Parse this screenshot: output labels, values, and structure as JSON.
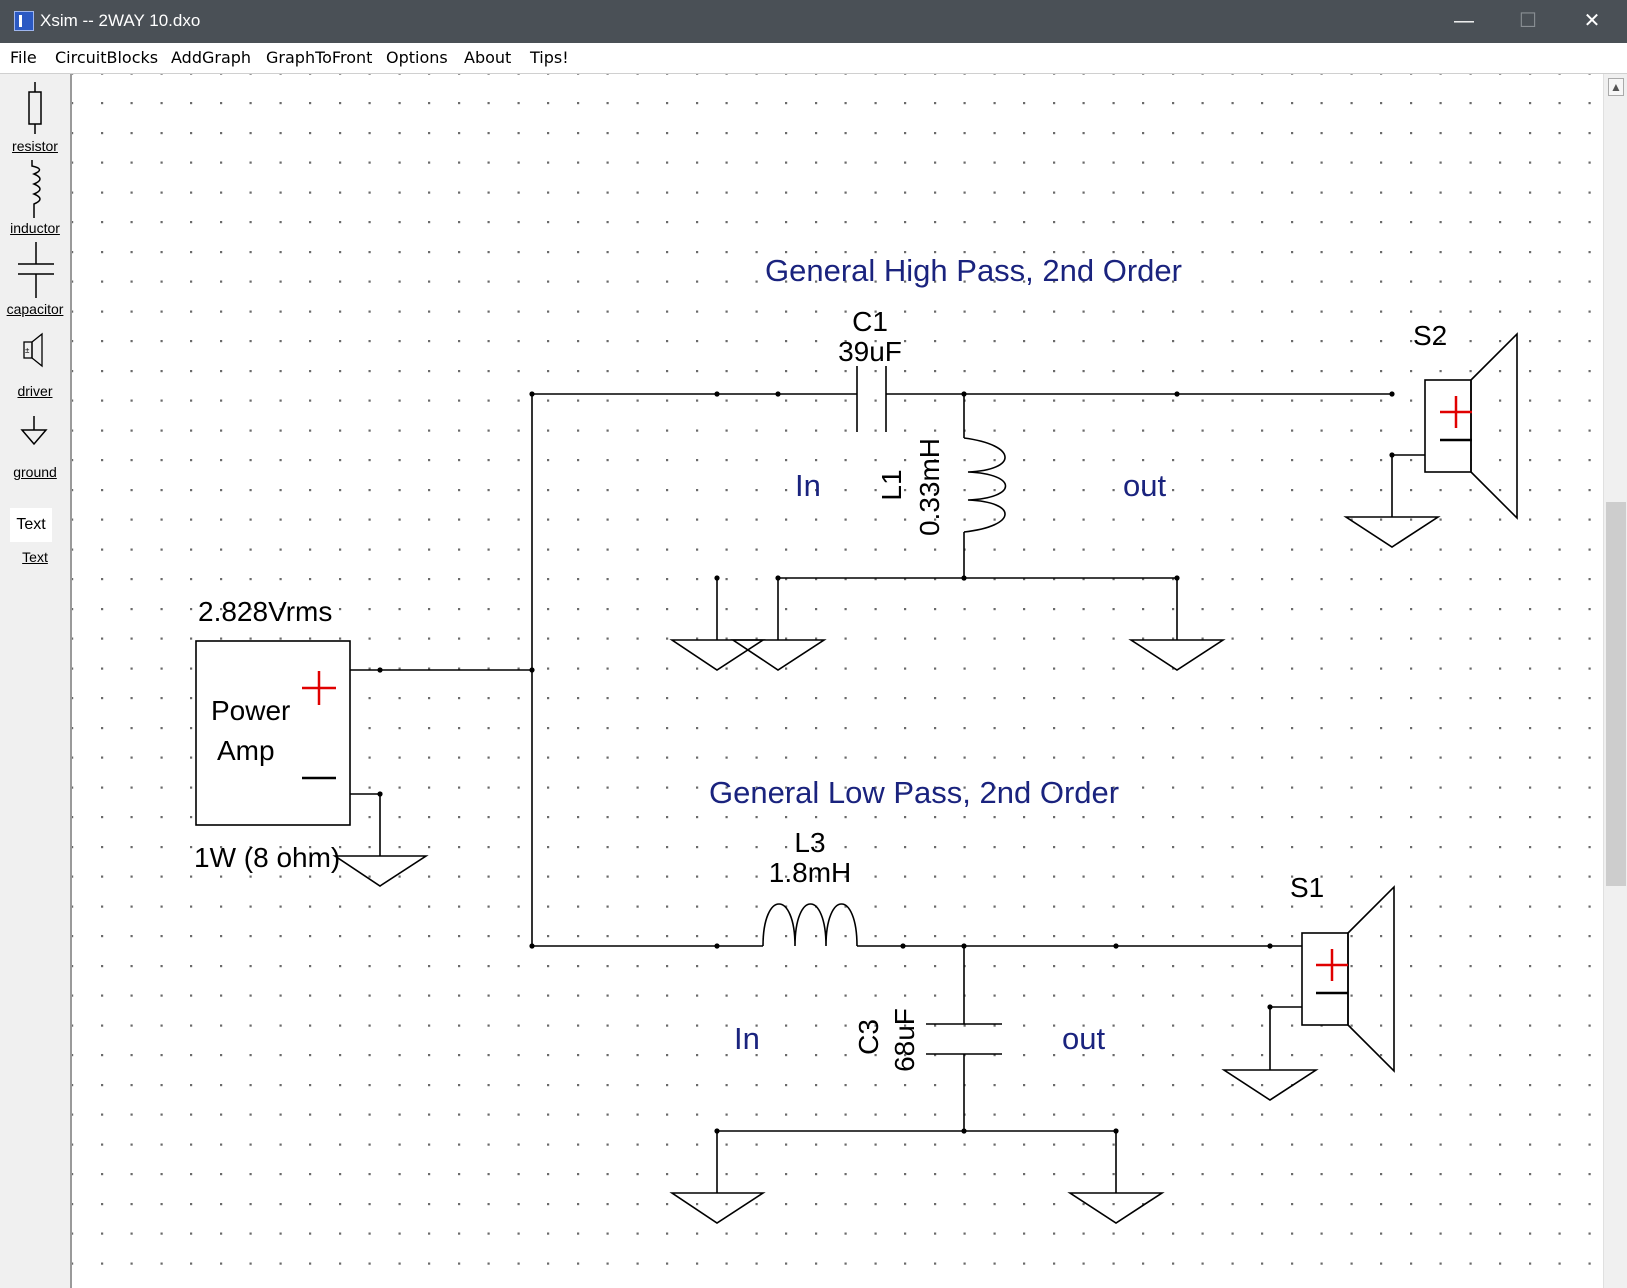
{
  "window": {
    "title": "Xsim -- 2WAY 10.dxo",
    "minimize_glyph": "—",
    "maximize_glyph": "☐",
    "close_glyph": "✕"
  },
  "menu": [
    "File",
    "CircuitBlocks",
    "AddGraph",
    "GraphToFront",
    "Options",
    "About",
    "Tips!"
  ],
  "toolbox": {
    "resistor": "resistor",
    "inductor": "inductor",
    "capacitor": "capacitor",
    "driver": "driver",
    "ground": "ground",
    "text_icon": "Text",
    "text_label": "Text"
  },
  "schematic": {
    "high_pass_title": "General High Pass, 2nd Order",
    "low_pass_title": "General Low Pass, 2nd Order",
    "c1_name": "C1",
    "c1_value": "39uF",
    "l1_name": "L1",
    "l1_value": "0.33mH",
    "hp_in": "In",
    "hp_out": "out",
    "s2_name": "S2",
    "amp_voltage": "2.828Vrms",
    "amp_line1": "Power",
    "amp_line2": "Amp",
    "amp_power": "1W (8 ohm)",
    "l3_name": "L3",
    "l3_value": "1.8mH",
    "c3_name": "C3",
    "c3_value": "68uF",
    "lp_in": "In",
    "lp_out": "out",
    "s1_name": "S1"
  },
  "colors": {
    "titlebar": "#4a5056",
    "title_text": "#1a237e",
    "plus_red": "#e00000"
  }
}
